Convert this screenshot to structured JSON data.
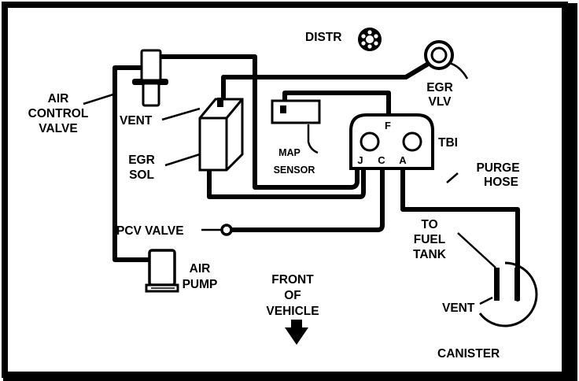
{
  "diagram": {
    "labels": {
      "distr": "DISTR",
      "egr_vlv_1": "EGR",
      "egr_vlv_2": "VLV",
      "air_control_1": "AIR",
      "air_control_2": "CONTROL",
      "air_control_3": "VALVE",
      "vent_top": "VENT",
      "egr_sol_1": "EGR",
      "egr_sol_2": "SOL",
      "map_1": "MAP",
      "map_2": "SENSOR",
      "tbi": "TBI",
      "pin_f": "F",
      "pin_j": "J",
      "pin_c": "C",
      "pin_a": "A",
      "purge_1": "PURGE",
      "purge_2": "HOSE",
      "pcv": "PCV VALVE",
      "fuel_1": "TO",
      "fuel_2": "FUEL",
      "fuel_3": "TANK",
      "air_pump_1": "AIR",
      "air_pump_2": "PUMP",
      "front_1": "FRONT",
      "front_2": "OF",
      "front_3": "VEHICLE",
      "vent_canister": "VENT",
      "canister": "CANISTER"
    }
  }
}
